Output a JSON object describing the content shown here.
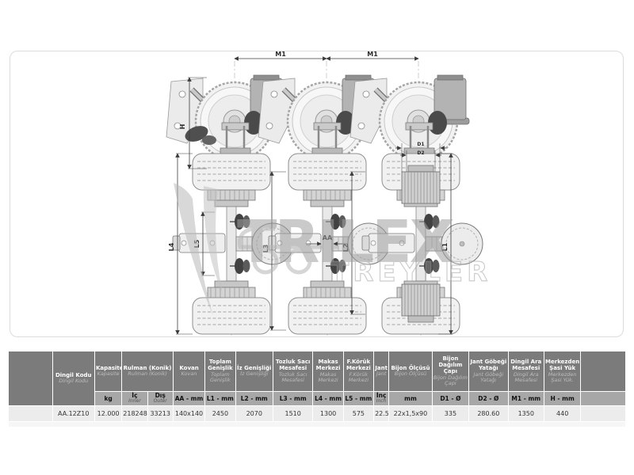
{
  "drawing": {
    "dims": {
      "m1_a": "M1",
      "m1_b": "M1",
      "h": "H",
      "l1": "L1",
      "l2": "L2",
      "l3": "L3",
      "l4": "L4",
      "l5": "L5",
      "aa": "AA",
      "d1": "D1",
      "d2": "D2"
    },
    "watermark": {
      "brand": "TRILEX",
      "sub": "TREYLER"
    }
  },
  "table": {
    "dingil_kodu": {
      "header": "Dingil Kodu",
      "header_italic": "Dingil Kodu",
      "value": "AA.12Z10"
    },
    "kapasite": {
      "header": "Kapasite",
      "header_italic": "Kapasite",
      "unit": "kg",
      "value": "12.000"
    },
    "rulman": {
      "header": "Rulman (Konik)",
      "header_italic": "Rulman (Konik)",
      "inner_label": "İç",
      "inner_label_italic": "Inner",
      "inner_value": "218248",
      "outer_label": "Dış",
      "outer_label_italic": "Outer",
      "outer_value": "33213"
    },
    "kovan": {
      "header": "Kovan",
      "header_italic": "Kovan",
      "unit": "AA - mm",
      "value": "140x140"
    },
    "toplam_genislik": {
      "header": "Toplam Genişlik",
      "header_italic": "Toplam Genişlik",
      "unit": "L1 - mm",
      "value": "2450"
    },
    "iz_genisligi": {
      "header": "İz Genişliği",
      "header_italic": "İz Genişliği",
      "unit": "L2 - mm",
      "value": "2070"
    },
    "tozluk_saci": {
      "header": "Tozluk Sacı Mesafesi",
      "header_italic": "Tozluk Sacı Mesafesi",
      "unit": "L3 - mm",
      "value": "1510"
    },
    "makas_merkezi": {
      "header": "Makas Merkezi",
      "header_italic": "Makas Merkezi",
      "unit": "L4 - mm",
      "value": "1300"
    },
    "f_koruk_merkezi": {
      "header": "F.Körük Merkezi",
      "header_italic": "F.Körük Merkezi",
      "unit": "L5 - mm",
      "value": "575"
    },
    "jant": {
      "header": "Jant",
      "header_italic": "Jant",
      "unit": "İnç",
      "unit_italic": "Inch",
      "value": "22.5\""
    },
    "bijon_olcusu": {
      "header": "Bijon Ölçüsü",
      "header_italic": "Bijon Ölçüsü",
      "unit": "mm",
      "value": "22x1,5x90"
    },
    "bijon_dagilim": {
      "header": "Bijon Dağılım Çapı",
      "header_italic": "Bijon Dağılım Çapı",
      "unit": "D1 - Ø",
      "value": "335"
    },
    "jant_gobegi": {
      "header": "Jant Göbeği Yatağı",
      "header_italic": "Jant Göbeği Yatağı",
      "unit": "D2 - Ø",
      "value": "280.60"
    },
    "dingil_ara": {
      "header": "Dingil Ara Mesafesi",
      "header_italic": "Dingil Ara Mesafesi",
      "unit": "M1 - mm",
      "value": "1350"
    },
    "merkezden": {
      "header": "Merkezden Şasi Yük",
      "header_italic": "Merkezden Şasi Yük.",
      "unit": "H - mm",
      "value": "440"
    }
  },
  "colors": {
    "header_bg": "#7b7b7b",
    "subheader_bg": "#a7a7a7",
    "row_bg": "#ececec",
    "watermark": "#9f9f9f"
  }
}
